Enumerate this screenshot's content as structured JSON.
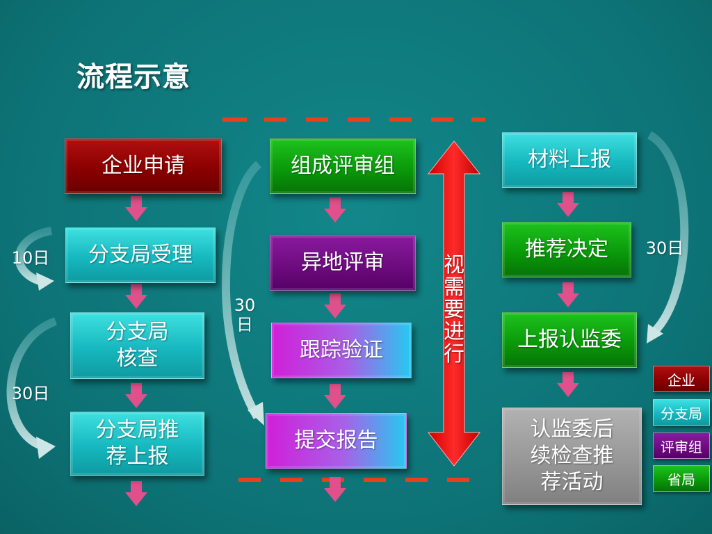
{
  "title": "流程示意",
  "enterprise_col": {
    "apply": "企业申请",
    "branch_accept": "分支局受理",
    "branch_check": "分支局\n核查",
    "branch_recommend": "分支局推\n荐上报"
  },
  "review_col": {
    "form_group": "组成评审组",
    "remote_review": "异地评审",
    "track_verify": "跟踪验证",
    "submit_report": "提交报告"
  },
  "province_col": {
    "material_report": "材料上报",
    "recommend_decision": "推荐决定",
    "report_committee": "上报认监委",
    "followup": "认监委后\n续检查推\n荐活动"
  },
  "side_labels": {
    "days_10": "10日",
    "days_30_left": "30日",
    "days_30_mid": "30\n日",
    "days_30_right": "30日"
  },
  "vertical_note": [
    "视",
    "需",
    "要",
    "进",
    "行"
  ],
  "legend": {
    "enterprise": "企业",
    "branch": "分支局",
    "review_group": "评审组",
    "province": "省局"
  },
  "colors": {
    "background": "#0d7275",
    "enterprise": "#8a0000",
    "branch": "#16b8bf",
    "review_group": "#6e0c80",
    "province": "#0a9a0a",
    "followup": "#979797",
    "dash": "#e8401a",
    "double_arrow": "#ff1010",
    "down_arrow": "#e0508a"
  }
}
